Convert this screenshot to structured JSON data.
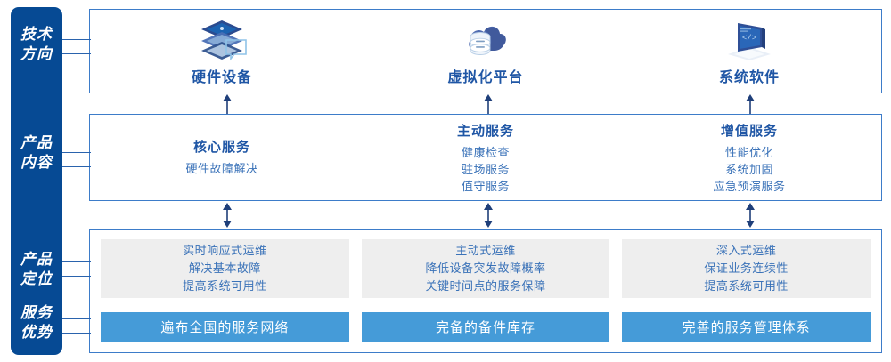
{
  "colors": {
    "rail": "#064a94",
    "panel_border": "#3d7cc9",
    "title_blue": "#1f56a5",
    "body_blue": "#3a72b8",
    "bar_blue": "#459bd8",
    "gray_box": "#eeeeee",
    "arrow": "#1f3f7a"
  },
  "rail": {
    "labels": [
      {
        "id": "tech-direction",
        "line1": "技术",
        "line2": "方向"
      },
      {
        "id": "product-content",
        "line1": "产品",
        "line2": "内容"
      },
      {
        "id": "product-position",
        "line1": "产品",
        "line2": "定位"
      },
      {
        "id": "service-advantage",
        "line1": "服务",
        "line2": "优势"
      }
    ]
  },
  "tech_direction": {
    "items": [
      {
        "label": "硬件设备",
        "icon": "server-stack-icon"
      },
      {
        "label": "虚拟化平台",
        "icon": "cloud-database-icon"
      },
      {
        "label": "系统软件",
        "icon": "laptop-code-icon"
      }
    ]
  },
  "product_content": {
    "columns": [
      {
        "title": "核心服务",
        "items": [
          "硬件故障解决"
        ]
      },
      {
        "title": "主动服务",
        "items": [
          "健康检查",
          "驻场服务",
          "值守服务"
        ]
      },
      {
        "title": "增值服务",
        "items": [
          "性能优化",
          "系统加固",
          "应急预演服务"
        ]
      }
    ]
  },
  "product_position": {
    "boxes": [
      {
        "lines": [
          "实时响应式运维",
          "解决基本故障",
          "提高系统可用性"
        ]
      },
      {
        "lines": [
          "主动式运维",
          "降低设备突发故障概率",
          "关键时间点的服务保障"
        ]
      },
      {
        "lines": [
          "深入式运维",
          "保证业务连续性",
          "提高系统可用性"
        ]
      }
    ]
  },
  "service_advantage": {
    "bars": [
      {
        "label": "遍布全国的服务网络"
      },
      {
        "label": "完备的备件库存"
      },
      {
        "label": "完善的服务管理体系"
      }
    ]
  },
  "connectors": {
    "arrows": [
      {
        "id": "arrow-up-col1",
        "type": "up"
      },
      {
        "id": "arrow-up-col2",
        "type": "up"
      },
      {
        "id": "arrow-up-col3",
        "type": "up"
      },
      {
        "id": "arrow-updown-col1",
        "type": "up-down"
      },
      {
        "id": "arrow-updown-col2",
        "type": "up-down"
      },
      {
        "id": "arrow-updown-col3",
        "type": "up-down"
      }
    ]
  }
}
